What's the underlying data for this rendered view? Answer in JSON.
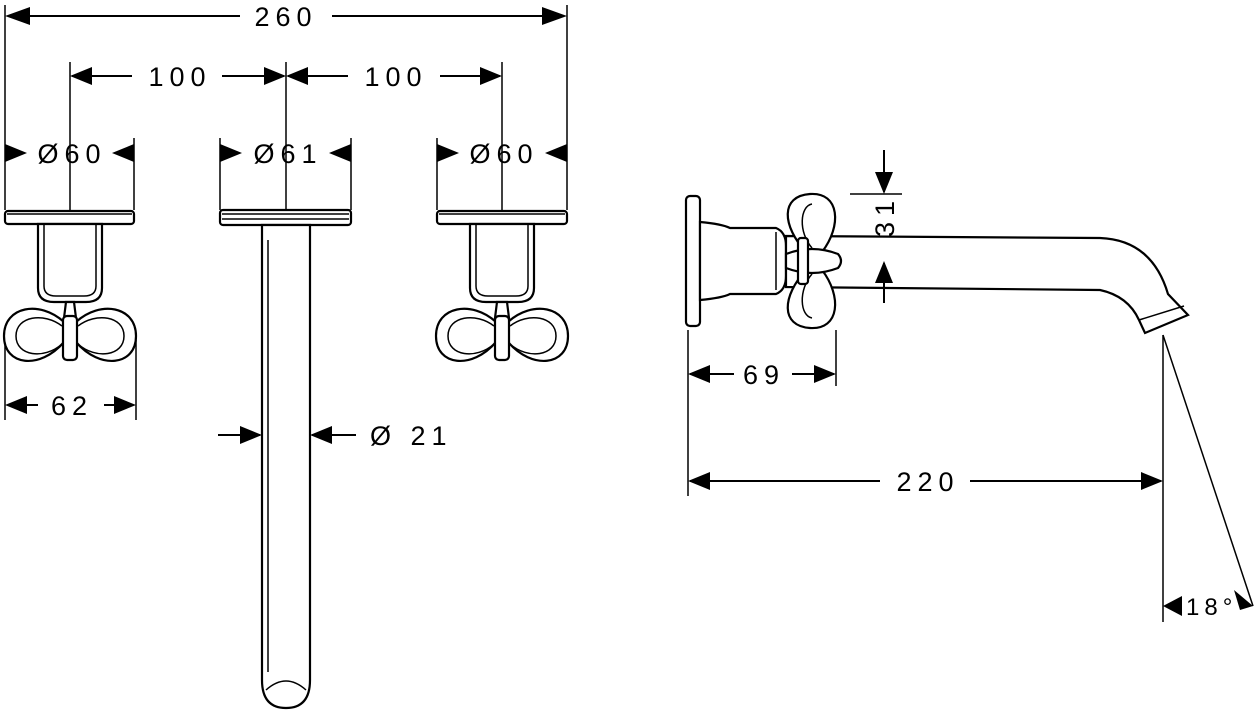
{
  "front_view": {
    "overall_width": "260",
    "spacing_left": "100",
    "spacing_right": "100",
    "left_rosette": "Ø60",
    "spout_rosette": "Ø61",
    "right_rosette": "Ø60",
    "handle_width": "62",
    "spout_diameter": "Ø 21"
  },
  "side_view": {
    "handle_height": "31",
    "projection_handle": "69",
    "projection_spout": "220",
    "flow_angle": "18°"
  }
}
